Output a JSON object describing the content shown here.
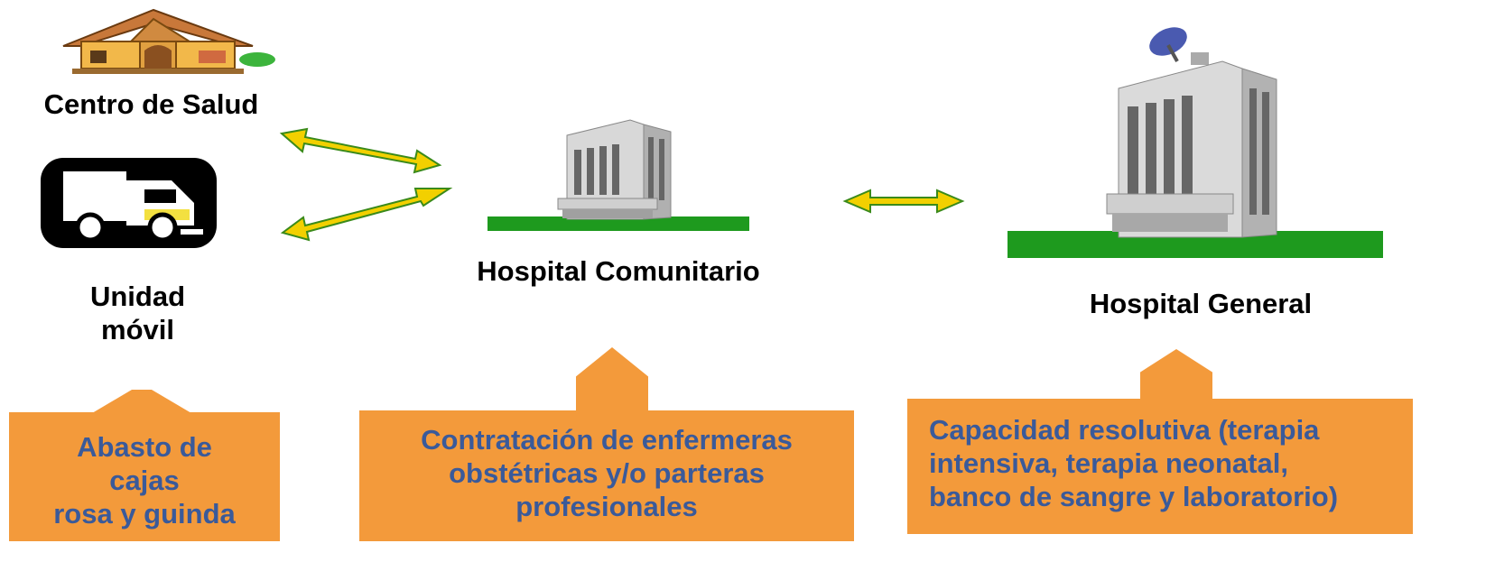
{
  "nodes": {
    "centro_salud": "Centro de Salud",
    "unidad_movil_line1": "Unidad",
    "unidad_movil_line2": "móvil",
    "hospital_comunitario": "Hospital Comunitario",
    "hospital_general": "Hospital General"
  },
  "callouts": {
    "left": {
      "line1": "Abasto de",
      "line2": "cajas",
      "line3": "rosa y guinda"
    },
    "middle": {
      "line1": "Contratación de enfermeras",
      "line2": "obstétricas y/o parteras",
      "line3": "profesionales"
    },
    "right": {
      "line1": "Capacidad resolutiva (terapia",
      "line2": "intensiva, terapia neonatal,",
      "line3": "banco de sangre y laboratorio)"
    }
  },
  "colors": {
    "callout_fill": "#F39A3B",
    "callout_text": "#3A5A9A",
    "arrow_fill": "#F2D000",
    "arrow_stroke": "#3A8A1A",
    "ground": "#1E9A1E"
  }
}
